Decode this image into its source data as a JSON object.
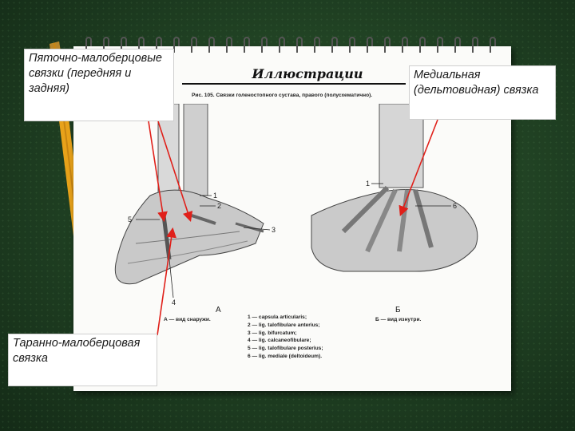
{
  "callouts": {
    "calcaneofibular": "Пяточно-малоберцовые связки (передняя и задняя)",
    "medial": "Медиальная (дельтовидная) связка",
    "talofibular": "Таранно-малоберцовая связка"
  },
  "notebook": {
    "title": "Иллюстрации",
    "caption": "Рис. 105. Связки голеностопного сустава, правого (полусхематично)."
  },
  "figure": {
    "view_a_letter": "А",
    "view_a_text": "А — вид снаружи.",
    "view_b_letter": "Б",
    "view_b_text": "Б — вид изнутри.",
    "labels": [
      "1",
      "2",
      "3",
      "4",
      "5",
      "6"
    ],
    "legend": [
      "1 — capsula articularis;",
      "2 — lig. talofibulare anterius;",
      "3 — lig. bifurcatum;",
      "4 — lig. calcaneofibulare;",
      "5 — lig. talofibulare posterius;",
      "6 — lig. mediale (deltoideum)."
    ]
  },
  "colors": {
    "background": "#1f3f22",
    "arrow": "#e0201a",
    "pencil": "#e8a21a"
  }
}
